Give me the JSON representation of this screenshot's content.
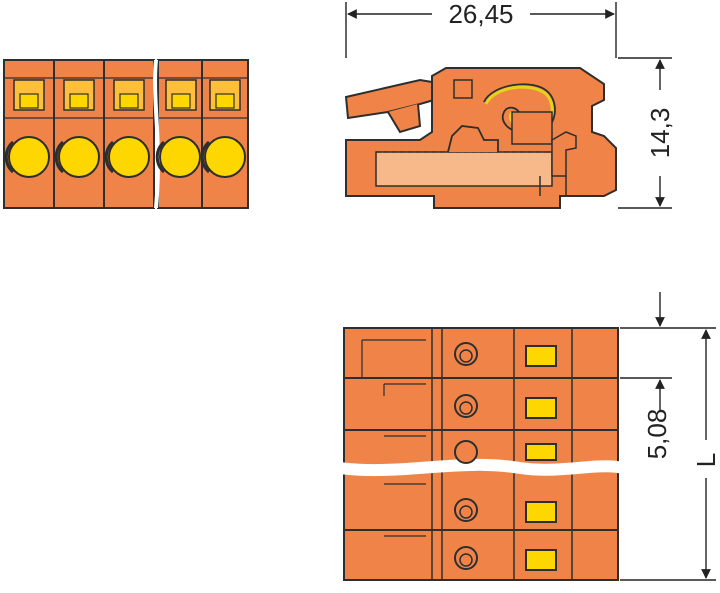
{
  "colors": {
    "body": "#f08448",
    "outline": "#2e2e2e",
    "slot": "#ffd700",
    "slot_frame": "#ffbf3a",
    "light": "#f8b98a",
    "dim_line": "#222222"
  },
  "dimensions": {
    "width_label": "26,45",
    "height_label": "14,3",
    "pitch_label": "5,08",
    "length_label": "L"
  }
}
